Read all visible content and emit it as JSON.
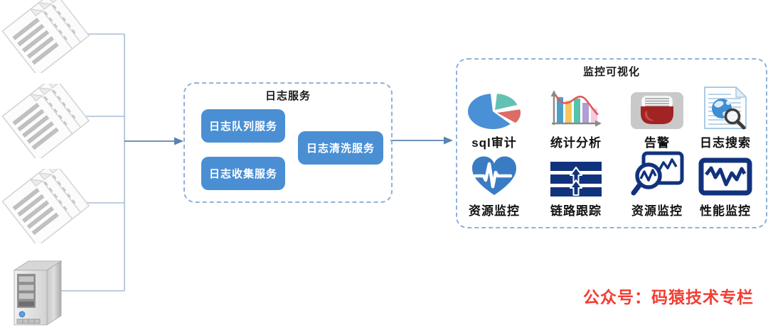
{
  "colors": {
    "node_blue": "#4a8fd4",
    "dashed_border": "#8fb2d9",
    "connector": "#a8bdd6",
    "arrow": "#5a82b5",
    "navy_icon": "#11327d",
    "heart_blue": "#3a7cc4",
    "alarm_red": "#a32323",
    "watermark_red": "#f23d33"
  },
  "sources": {
    "items": [
      {
        "icon": "documents-stack-icon"
      },
      {
        "icon": "documents-stack-icon"
      },
      {
        "icon": "documents-stack-icon"
      },
      {
        "icon": "server-icon"
      }
    ]
  },
  "log_service_box": {
    "title": "日志服务",
    "buttons": [
      {
        "label": "日志队列服务"
      },
      {
        "label": "日志收集服务"
      },
      {
        "label": "日志清洗服务"
      }
    ]
  },
  "monitoring_box": {
    "title": "监控可视化",
    "items": [
      {
        "icon": "pie-chart-icon",
        "label": "sql审计"
      },
      {
        "icon": "bar-chart-icon",
        "label": "统计分析"
      },
      {
        "icon": "alarm-icon",
        "label": "告警"
      },
      {
        "icon": "log-search-icon",
        "label": "日志搜索"
      },
      {
        "icon": "heart-pulse-icon",
        "label": "资源监控"
      },
      {
        "icon": "link-trace-icon",
        "label": "链路跟踪"
      },
      {
        "icon": "magnifier-monitor-icon",
        "label": "资源监控"
      },
      {
        "icon": "performance-monitor-icon",
        "label": "性能监控"
      }
    ]
  },
  "watermark": {
    "text": "公众号：码猿技术专栏"
  }
}
